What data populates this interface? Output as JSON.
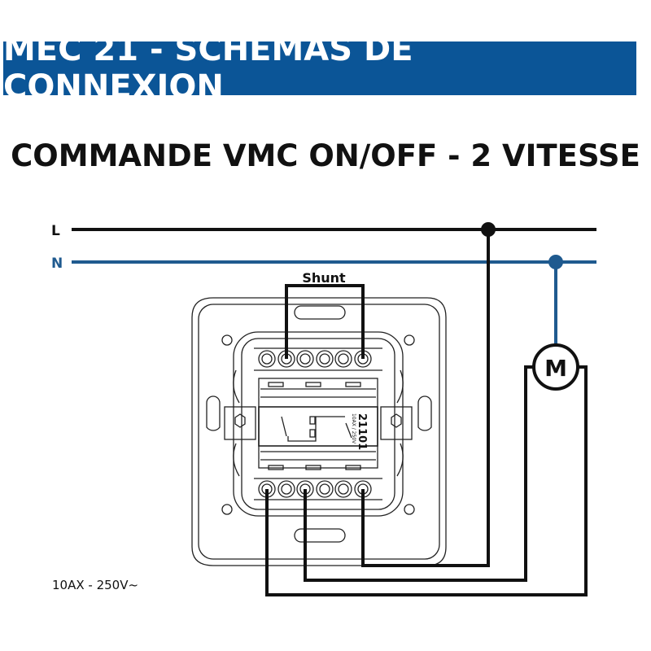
{
  "header": {
    "title": "MEC 21 - SCHÉMAS DE CONNEXION"
  },
  "diagram": {
    "title": "COMMANDE VMC ON/OFF - 2 VITESSE",
    "line_label": "L",
    "neutral_label": "N",
    "shunt_label": "Shunt",
    "motor_label": "M",
    "device_ref": "21101",
    "device_rating_small": "10AX / 250V",
    "rating": "10AX - 250V~",
    "colors": {
      "banner": "#0b5597",
      "line": "#111111",
      "neutral": "#1f5a8f"
    }
  }
}
